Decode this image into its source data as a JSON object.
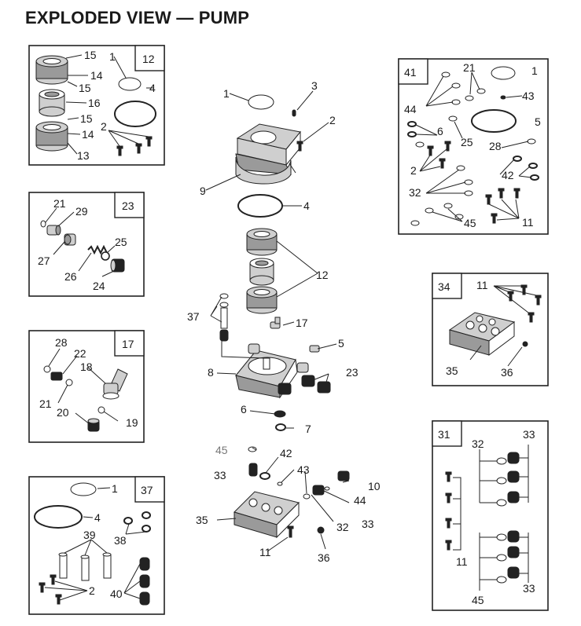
{
  "title": "EXPLODED VIEW — PUMP",
  "center": {
    "labels": [
      "1",
      "3",
      "2",
      "9",
      "4",
      "12",
      "37",
      "17",
      "5",
      "8",
      "23",
      "6",
      "7",
      "45",
      "42",
      "33",
      "43",
      "10",
      "44",
      "35",
      "32",
      "33",
      "11",
      "36"
    ]
  },
  "kit12": {
    "number": "12",
    "labels": [
      "15",
      "1",
      "14",
      "15",
      "4",
      "16",
      "15",
      "14",
      "2",
      "13"
    ]
  },
  "kit23": {
    "number": "23",
    "labels": [
      "21",
      "29",
      "25",
      "27",
      "26",
      "24"
    ]
  },
  "kit17": {
    "number": "17",
    "labels": [
      "28",
      "22",
      "18",
      "21",
      "20",
      "19"
    ]
  },
  "kit37": {
    "number": "37",
    "labels": [
      "1",
      "4",
      "39",
      "38",
      "2",
      "40"
    ]
  },
  "kit41": {
    "number": "41",
    "labels": [
      "21",
      "1",
      "44",
      "43",
      "6",
      "5",
      "25",
      "28",
      "2",
      "42",
      "32",
      "45",
      "11"
    ]
  },
  "kit34": {
    "number": "34",
    "labels": [
      "11",
      "35",
      "36"
    ]
  },
  "kit31": {
    "number": "31",
    "labels": [
      "32",
      "33",
      "11",
      "45",
      "33"
    ]
  }
}
